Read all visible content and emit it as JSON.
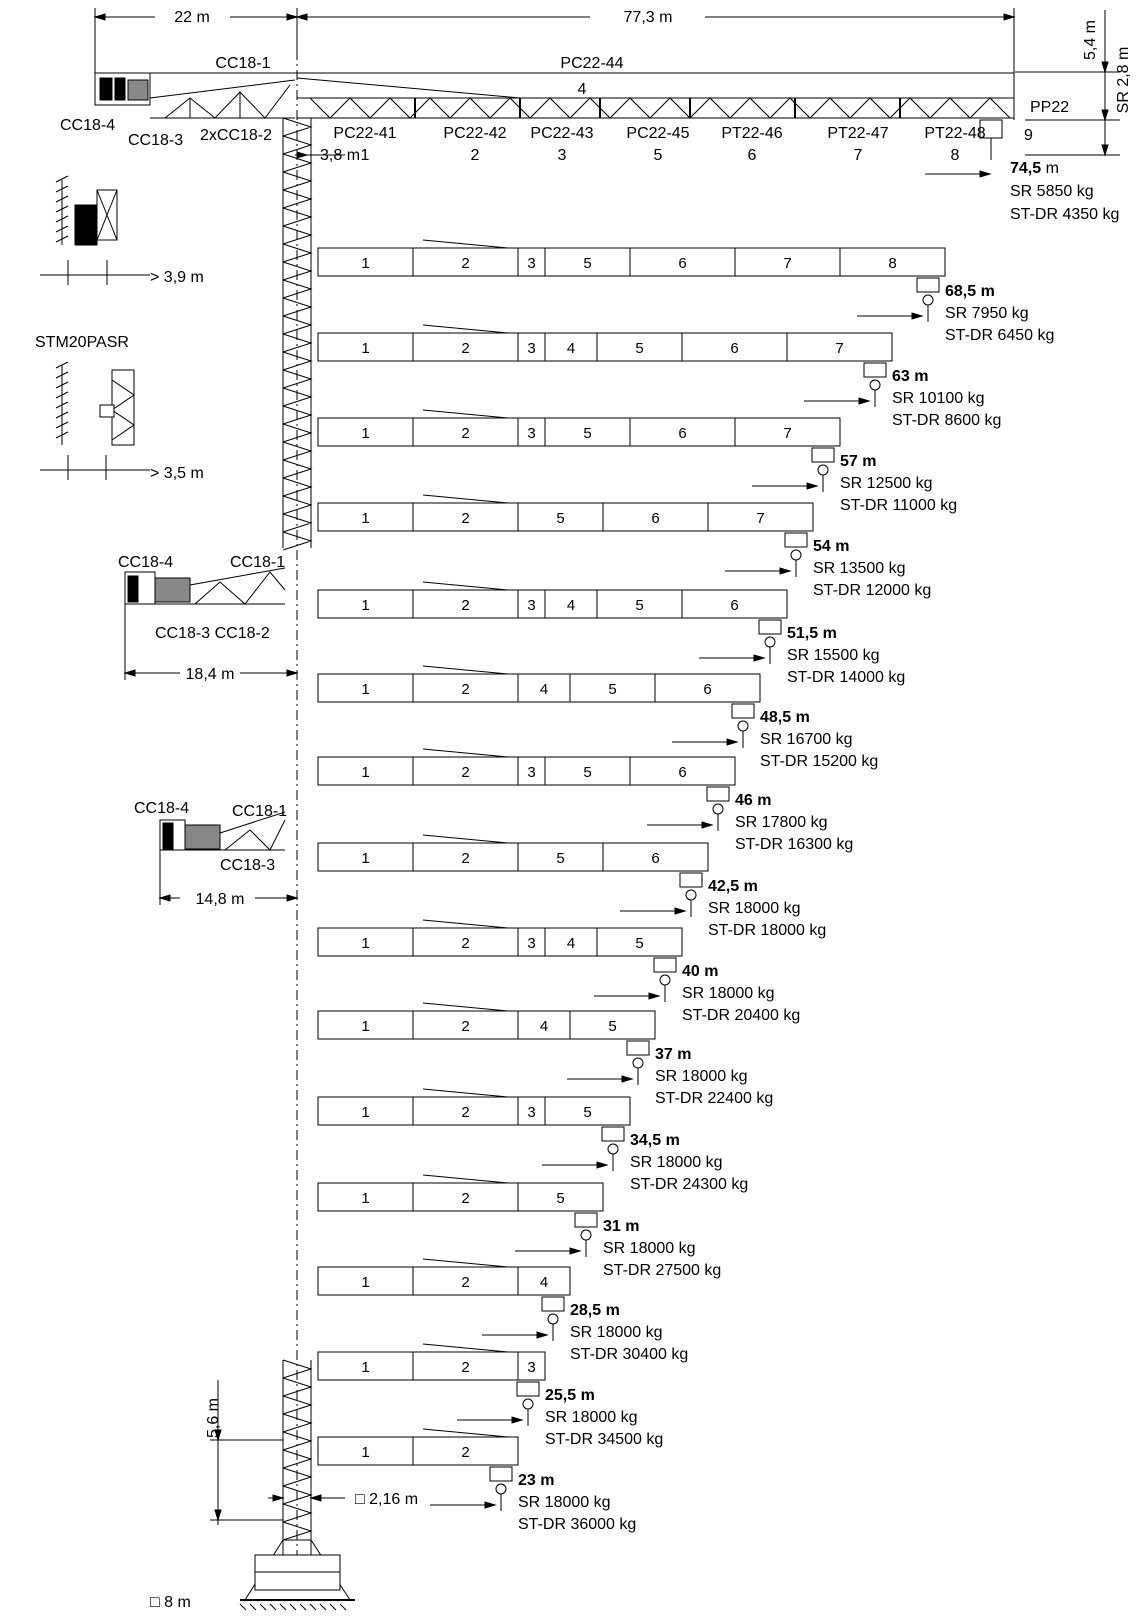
{
  "dimensions": {
    "counter_jib_length": "22 m",
    "max_jib_length": "77,3 m",
    "height_top": "5,4 m",
    "height_sr": "SR 2,8 m",
    "mast_offset": "3,8 m",
    "wall_clearance_1": "> 3,9 m",
    "wall_clearance_2": "> 3,5 m",
    "counter_jib_mid": "18,4 m",
    "counter_jib_short": "14,8 m",
    "base_height": "5,6 m",
    "mast_section": "□ 2,16 m",
    "base_size": "□ 8 m"
  },
  "top_assembly": {
    "tie_label": "PC22-44",
    "tie_number": "4",
    "end_label": "PP22",
    "end_number": "9",
    "mast_head": "CC18-1",
    "counterweight_ballast": "CC18-4",
    "counter_jib_section": "CC18-3",
    "counter_jib_double": "2xCC18-2",
    "sections": [
      {
        "name": "PC22-41",
        "num": "1"
      },
      {
        "name": "PC22-42",
        "num": "2"
      },
      {
        "name": "PC22-43",
        "num": "3"
      },
      {
        "name": "PC22-45",
        "num": "5"
      },
      {
        "name": "PT22-46",
        "num": "6"
      },
      {
        "name": "PT22-47",
        "num": "7"
      },
      {
        "name": "PT22-48",
        "num": "8"
      }
    ],
    "reach": "74,5",
    "reach_unit": " m",
    "sr": "SR 5850 kg",
    "stdr": "ST-DR 4350 kg"
  },
  "side_labels": {
    "anchor": "STM20PASR",
    "cc1": "CC18-1",
    "cc4": "CC18-4",
    "cc3_cc2": "CC18-3 CC18-2",
    "cc3": "CC18-3"
  },
  "configurations": [
    {
      "reach": "68,5 m",
      "sr": "SR 7950 kg",
      "stdr": "ST-DR 6450 kg",
      "segments": [
        "1",
        "2",
        "3",
        "5",
        "6",
        "7",
        "8"
      ]
    },
    {
      "reach": "63 m",
      "sr": "SR 10100 kg",
      "stdr": "ST-DR 8600 kg",
      "segments": [
        "1",
        "2",
        "3",
        "4",
        "5",
        "6",
        "7"
      ]
    },
    {
      "reach": "57 m",
      "sr": "SR 12500 kg",
      "stdr": "ST-DR 11000 kg",
      "segments": [
        "1",
        "2",
        "3",
        "5",
        "6",
        "7"
      ]
    },
    {
      "reach": "54 m",
      "sr": "SR 13500 kg",
      "stdr": "ST-DR 12000 kg",
      "segments": [
        "1",
        "2",
        "5",
        "6",
        "7"
      ]
    },
    {
      "reach": "51,5 m",
      "sr": "SR 15500 kg",
      "stdr": "ST-DR 14000 kg",
      "segments": [
        "1",
        "2",
        "3",
        "4",
        "5",
        "6"
      ]
    },
    {
      "reach": "48,5 m",
      "sr": "SR 16700 kg",
      "stdr": "ST-DR 15200 kg",
      "segments": [
        "1",
        "2",
        "4",
        "5",
        "6"
      ]
    },
    {
      "reach": "46 m",
      "sr": "SR 17800 kg",
      "stdr": "ST-DR 16300 kg",
      "segments": [
        "1",
        "2",
        "3",
        "5",
        "6"
      ]
    },
    {
      "reach": "42,5 m",
      "sr": "SR 18000 kg",
      "stdr": "ST-DR 18000 kg",
      "segments": [
        "1",
        "2",
        "5",
        "6"
      ]
    },
    {
      "reach": "40 m",
      "sr": "SR 18000 kg",
      "stdr": "ST-DR 20400 kg",
      "segments": [
        "1",
        "2",
        "3",
        "4",
        "5"
      ]
    },
    {
      "reach": "37 m",
      "sr": "SR 18000 kg",
      "stdr": "ST-DR 22400 kg",
      "segments": [
        "1",
        "2",
        "4",
        "5"
      ]
    },
    {
      "reach": "34,5 m",
      "sr": "SR 18000 kg",
      "stdr": "ST-DR 24300 kg",
      "segments": [
        "1",
        "2",
        "3",
        "5"
      ]
    },
    {
      "reach": "31 m",
      "sr": "SR 18000 kg",
      "stdr": "ST-DR 27500 kg",
      "segments": [
        "1",
        "2",
        "5"
      ]
    },
    {
      "reach": "28,5 m",
      "sr": "SR 18000 kg",
      "stdr": "ST-DR 30400 kg",
      "segments": [
        "1",
        "2",
        "4"
      ]
    },
    {
      "reach": "25,5 m",
      "sr": "SR 18000 kg",
      "stdr": "ST-DR 34500 kg",
      "segments": [
        "1",
        "2",
        "3"
      ]
    },
    {
      "reach": "23 m",
      "sr": "SR 18000 kg",
      "stdr": "ST-DR 36000 kg",
      "segments": [
        "1",
        "2"
      ]
    }
  ]
}
